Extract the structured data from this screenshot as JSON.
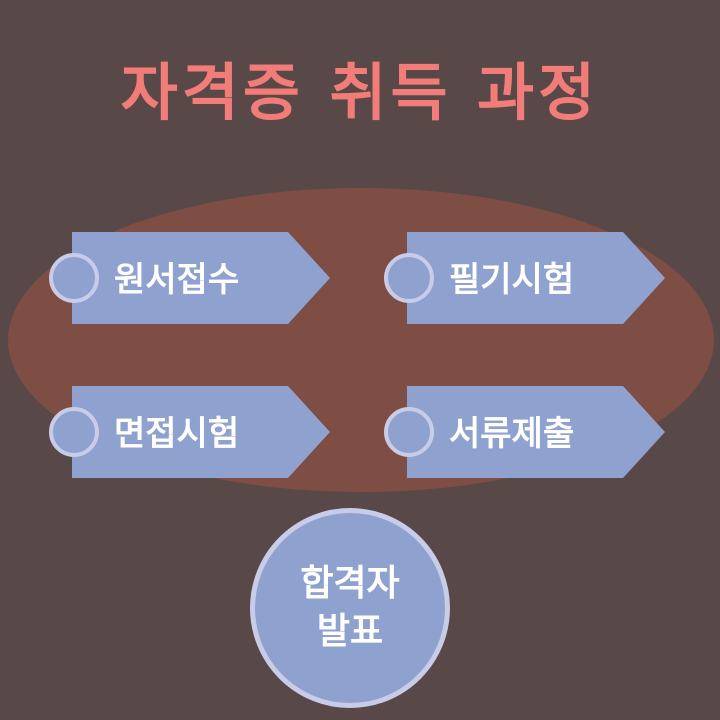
{
  "title": "자격증 취득 과정",
  "steps": [
    {
      "label": "원서접수"
    },
    {
      "label": "필기시험"
    },
    {
      "label": "면접시험"
    },
    {
      "label": "서류제출"
    }
  ],
  "result": {
    "lines": [
      "합격자",
      "발표"
    ]
  },
  "colors": {
    "background": "#584848",
    "title": "#f27c78",
    "ellipse": "#7e4e44",
    "arrow_fill": "#8fa2cf",
    "circle_fill": "#8fa2cf",
    "circle_border": "#c8cce8",
    "label_text": "#ffffff"
  }
}
